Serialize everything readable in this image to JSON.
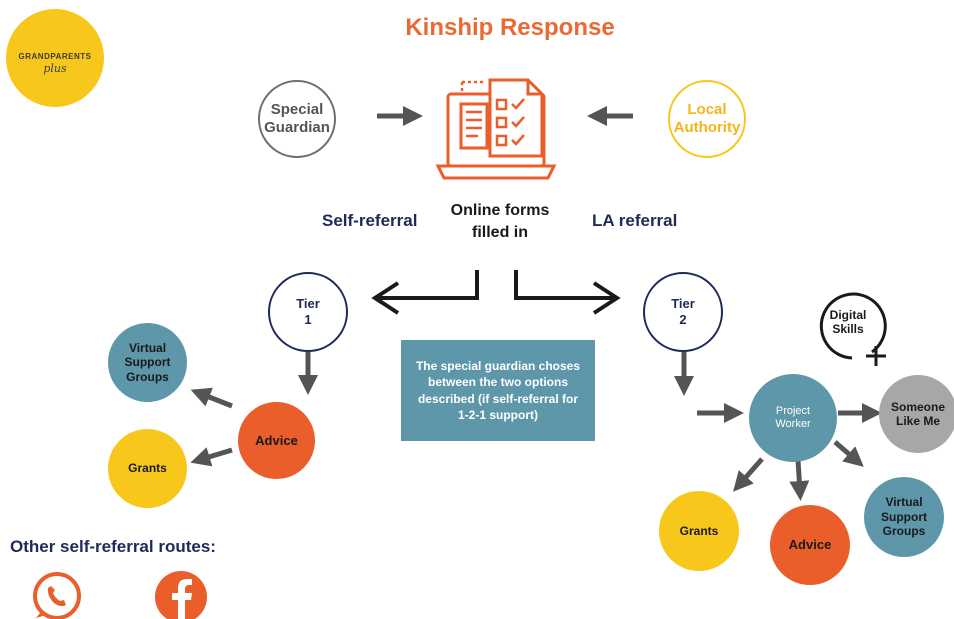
{
  "title": "Kinship Response",
  "logo": {
    "line1": "GRANDPARENTS",
    "line2": "plus"
  },
  "nodes": {
    "special_guardian": "Special\nGuardian",
    "local_authority": "Local\nAuthority",
    "tier1": "Tier\n1",
    "tier2": "Tier\n2",
    "digital_skills": "Digital\nSkills",
    "virtual_support_left": "Virtual\nSupport\nGroups",
    "grants_left": "Grants",
    "advice_left": "Advice",
    "project_worker": "Project\nWorker",
    "someone_like_me": "Someone\nLike Me",
    "virtual_support_right": "Virtual\nSupport\nGroups",
    "grants_right": "Grants",
    "advice_right": "Advice"
  },
  "labels": {
    "self_referral": "Self-referral",
    "la_referral": "LA referral",
    "online_forms": "Online forms\nfilled in",
    "info_box": "The special guardian choses between the two options described (if self-referral for 1-2-1 support)",
    "other_routes": "Other self-referral routes:"
  },
  "icons": {
    "forms": "online-forms-laptop-icon",
    "whatsapp": "whatsapp-icon",
    "facebook": "facebook-icon",
    "plus": "plus-icon"
  },
  "colors": {
    "orange": "#e95e2b",
    "title_orange": "#e96a34",
    "yellow": "#f7c71c",
    "teal": "#5d97a9",
    "navy": "#1f2a57",
    "gray": "#a7a7a7",
    "arrow": "#555555"
  }
}
